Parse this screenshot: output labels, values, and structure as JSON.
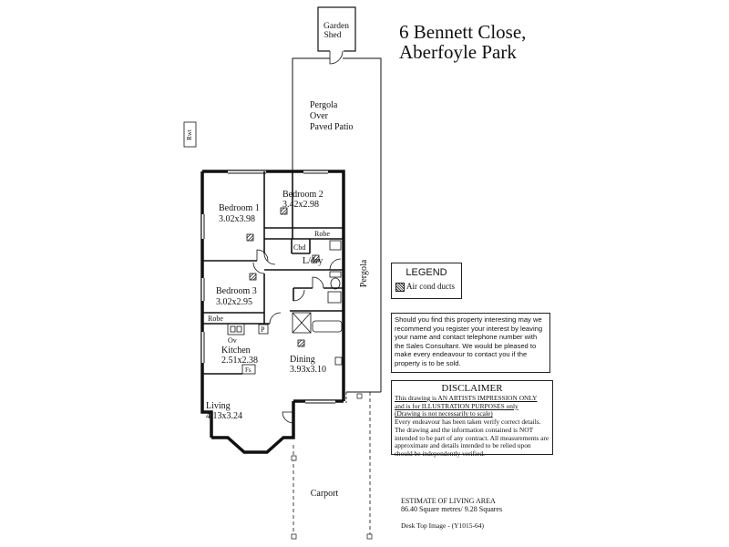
{
  "title": {
    "line1": "6 Bennett Close,",
    "line2": "Aberfoyle Park"
  },
  "labels": {
    "garden_shed_1": "Garden",
    "garden_shed_2": "Shed",
    "pergola_patio_1": "Pergola",
    "pergola_patio_2": "Over",
    "pergola_patio_3": "Paved Patio",
    "rwt": "Rwt",
    "side_pergola": "Pergola",
    "carport": "Carport",
    "cbd": "Cbd",
    "robe_bed2": "Robe",
    "robe_bed3": "Robe",
    "ldry": "L/dry",
    "ov": "Ov",
    "p": "P",
    "fs": "Fs"
  },
  "rooms": [
    {
      "name": "Bedroom 1",
      "size": "3.02x3.98"
    },
    {
      "name": "Bedroom 2",
      "size": "3.42x2.98"
    },
    {
      "name": "Bedroom 3",
      "size": "3.02x2.95"
    },
    {
      "name": "Kitchen",
      "size": "2.51x2.38"
    },
    {
      "name": "Dining",
      "size": "3.93x3.10"
    },
    {
      "name": "Living",
      "size": "4.13x3.24"
    }
  ],
  "legend": {
    "title": "LEGEND",
    "item": "Air cond ducts"
  },
  "notice": "Should you find this property interesting may we recommend you register your interest by leaving your name and contact telephone number with the Sales Consultant. We would be pleased to make every endeavour to contact you if the property is to be sold.",
  "disclaimer": {
    "heading": "DISCLAIMER",
    "line1": "This drawing is AN ARTISTS IMPRESSION ONLY",
    "line2": "and is for ILLUSTRATION PURPOSES only",
    "line3": "(Drawing is not necessarily to scale)",
    "body": "Every endeavour has been taken verify correct details. The drawing and the information contained is NOT intended to be part of any contract. All measurements are approximate and details intended to be relied upon should be independently verified."
  },
  "area": {
    "heading": "ESTIMATE OF LIVING AREA",
    "value": "86.40 Square metres/  9.28 Squares"
  },
  "image_ref": "Desk Top Image - (Y1015-64)"
}
